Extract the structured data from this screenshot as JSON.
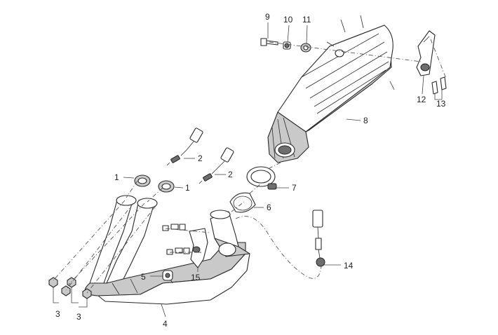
{
  "callouts": {
    "c1a": "1",
    "c1b": "1",
    "c2a": "2",
    "c2b": "2",
    "c3a": "3",
    "c3b": "3",
    "c4": "4",
    "c5": "5",
    "c6": "6",
    "c7": "7",
    "c8": "8",
    "c9": "9",
    "c10": "10",
    "c11": "11",
    "c12": "12",
    "c13": "13",
    "c14": "14",
    "c15": "15"
  },
  "colors": {
    "line": "#2a2a2a",
    "shade": "#c9c9c9",
    "background": "#ffffff"
  }
}
